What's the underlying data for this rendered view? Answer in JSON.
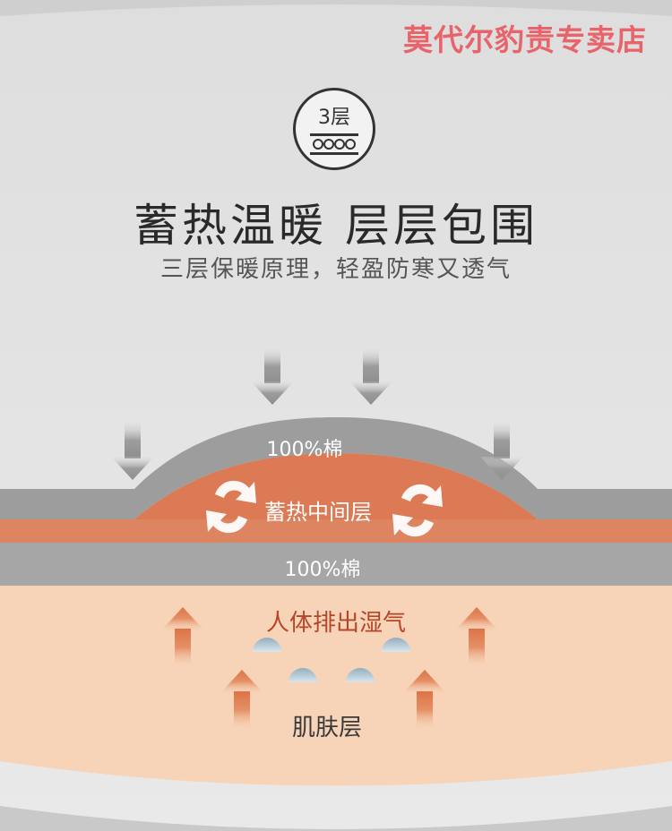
{
  "watermark": "莫代尔豹责专卖店",
  "badge": {
    "label": "3层",
    "icon": "layers-icon"
  },
  "title": "蓄热温暖 层层包围",
  "subtitle": "三层保暖原理，轻盈防寒又透气",
  "layers": {
    "outer": "100%棉",
    "middle": "蓄热中间层",
    "inner": "100%棉"
  },
  "skin": {
    "moisture_label": "人体排出湿气",
    "skin_label": "肌肤层"
  },
  "colors": {
    "background": "#dcdcdc",
    "cotton_gray": "#a3a3a3",
    "warm_orange": "#d9744d",
    "skin_peach": "#f7d3b7",
    "arrow_gray": "#9a9a9a",
    "arrow_orange": "#e07a4f",
    "watermark_red": "#e8646a"
  }
}
